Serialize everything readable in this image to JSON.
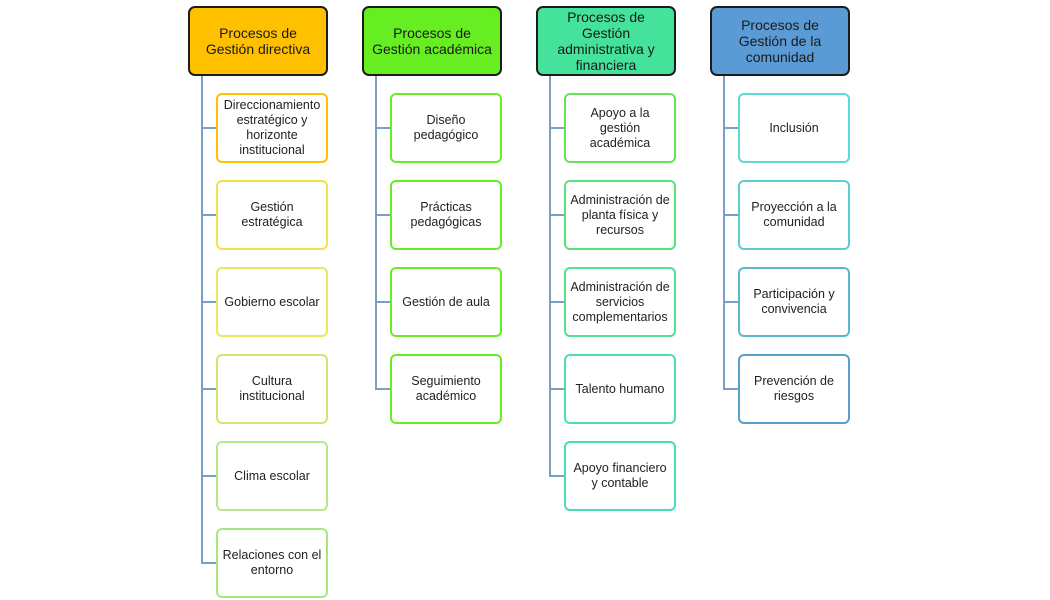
{
  "columns": [
    {
      "title": "Procesos de Gestión directiva",
      "head_color": "#ffc000",
      "child_border": "#ffc000",
      "items": [
        "Direccionamiento estratégico y horizonte institucional",
        "Gestión estratégica",
        "Gobierno escolar",
        "Cultura institucional",
        "Clima escolar",
        "Relaciones con el entorno"
      ],
      "item_borders": [
        "#ffc000",
        "#f5e14a",
        "#e8e85a",
        "#cce870",
        "#b6e88a",
        "#a6e880"
      ]
    },
    {
      "title": "Procesos de Gestión académica",
      "head_color": "#66ee22",
      "child_border": "#66ee22",
      "items": [
        "Diseño pedagógico",
        "Prácticas pedagógicas",
        "Gestión de aula",
        "Seguimiento académico"
      ],
      "item_borders": [
        "#66ee22",
        "#66ee22",
        "#66ee22",
        "#66ee22"
      ]
    },
    {
      "title": "Procesos de Gestión administrativa y financiera",
      "head_color": "#44e29a",
      "child_border": "#55e26a",
      "items": [
        "Apoyo a la gestión académica",
        "Administración de planta física y recursos",
        "Administración de servicios complementarios",
        "Talento humano",
        "Apoyo financiero y contable"
      ],
      "item_borders": [
        "#66e255",
        "#55e27a",
        "#50e290",
        "#4ae0a8",
        "#44ddb8"
      ]
    },
    {
      "title": "Procesos de Gestión de la comunidad",
      "head_color": "#5b9bd5",
      "child_border": "#5fd3d3",
      "items": [
        "Inclusión",
        "Proyección a la comunidad",
        "Participación y convivencia",
        "Prevención de riesgos"
      ],
      "item_borders": [
        "#5fd8d8",
        "#5ccccc",
        "#5ab8cc",
        "#5aa0cc"
      ]
    }
  ]
}
